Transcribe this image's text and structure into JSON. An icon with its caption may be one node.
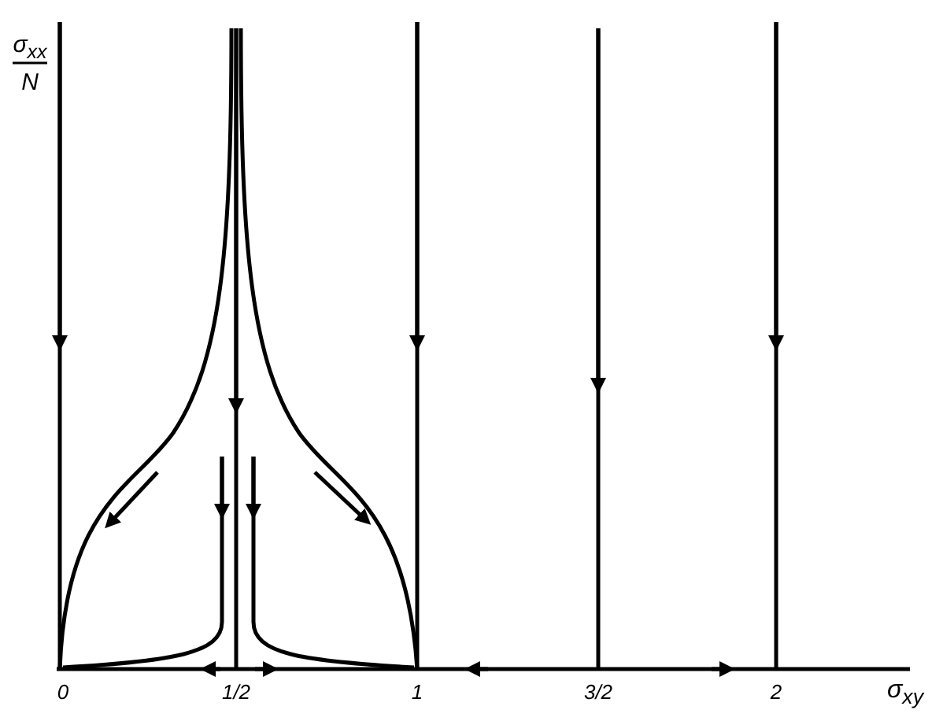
{
  "diagram": {
    "labels": [
      "σ$_{xx}$",
      "N",
      "0",
      "1/2",
      "1",
      "3/2",
      "2",
      "σ$_{xy}$"
    ]
  }
}
